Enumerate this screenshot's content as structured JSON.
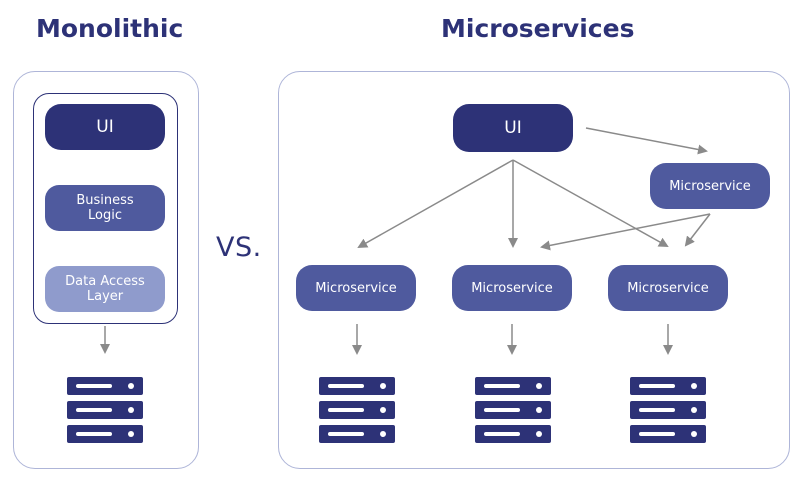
{
  "headings": {
    "monolithic": "Monolithic",
    "microservices": "Microservices"
  },
  "vs_label": "VS.",
  "monolithic": {
    "ui_label": "UI",
    "business_logic_label": "Business\nLogic",
    "data_access_label": "Data Access\nLayer",
    "database_icon": "database-server-icon"
  },
  "microservices": {
    "ui_label": "UI",
    "top_service_label": "Microservice",
    "services": [
      {
        "label": "Microservice"
      },
      {
        "label": "Microservice"
      },
      {
        "label": "Microservice"
      }
    ],
    "database_icon": "database-server-icon"
  },
  "colors": {
    "navy": "#2d3277",
    "medium": "#4f5a9e",
    "light": "#8f9bcc",
    "panel_border": "#aeb5d8",
    "arrow": "#8a8a8a"
  }
}
